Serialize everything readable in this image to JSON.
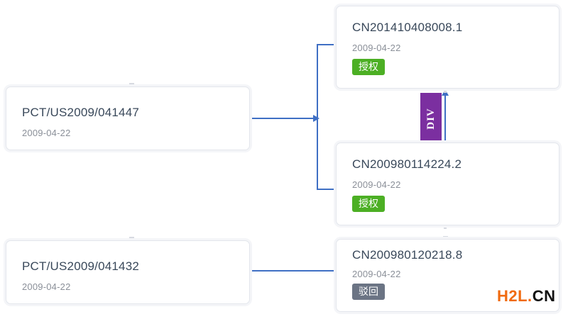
{
  "diagram": {
    "type": "patent-family-tree",
    "nodes": [
      {
        "id": "pct-441447",
        "title": "PCT/US2009/041447",
        "date": "2009-04-22",
        "status": null
      },
      {
        "id": "pct-441432",
        "title": "PCT/US2009/041432",
        "date": "2009-04-22",
        "status": null
      },
      {
        "id": "cn-201410408008",
        "title": "CN201410408008.1",
        "date": "2009-04-22",
        "status": "授权"
      },
      {
        "id": "cn-200980114224",
        "title": "CN200980114224.2",
        "date": "2009-04-22",
        "status": "授权"
      },
      {
        "id": "cn-200980120218",
        "title": "CN200980120218.8",
        "date": "2009-04-22",
        "status": "驳回"
      }
    ],
    "relations": [
      {
        "id": "div-relation",
        "label": "DIV",
        "from": "cn-200980114224",
        "to": "cn-201410408008"
      }
    ],
    "colors": {
      "connector": "#3f6fc4",
      "status_granted": "#4caf24",
      "status_rejected": "#6b7484",
      "relation_div": "#7b2fa0",
      "title_text": "#39485a",
      "date_text": "#8a8f98",
      "card_border": "#e3e6ec"
    }
  },
  "watermark": {
    "primary": "H2L.",
    "secondary": "CN"
  }
}
